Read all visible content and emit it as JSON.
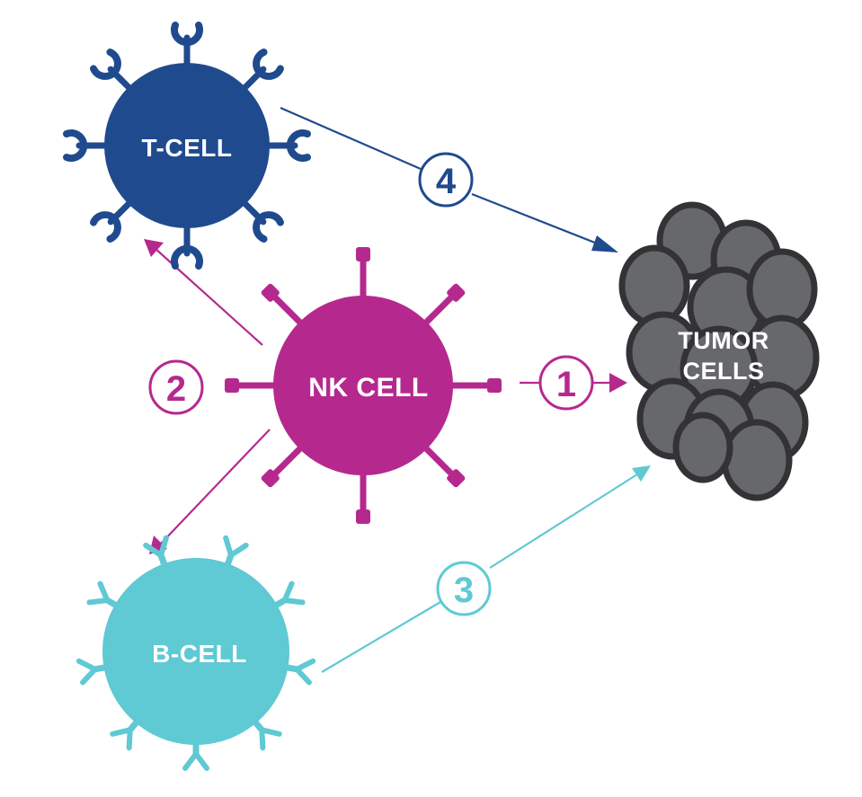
{
  "colors": {
    "t_cell": "#1f4a8e",
    "nk_cell": "#b5298f",
    "b_cell": "#5fc9d4",
    "tumor": "#67686b",
    "tumor_outline": "#333335",
    "background": "#ffffff"
  },
  "cells": {
    "t_cell": {
      "label": "T-CELL",
      "receptor_icon": "wrench-receptor-icon"
    },
    "nk_cell": {
      "label": "NK CELL",
      "receptor_icon": "stud-receptor-icon"
    },
    "b_cell": {
      "label": "B-CELL",
      "receptor_icon": "y-antibody-receptor-icon"
    },
    "tumor": {
      "label_line1": "TUMOR",
      "label_line2": "CELLS"
    }
  },
  "steps": [
    {
      "number": "1",
      "from": "NK CELL",
      "to": "TUMOR CELLS"
    },
    {
      "number": "2",
      "from": "NK CELL",
      "to": "T-CELL / B-CELL"
    },
    {
      "number": "3",
      "from": "B-CELL",
      "to": "TUMOR CELLS"
    },
    {
      "number": "4",
      "from": "T-CELL",
      "to": "TUMOR CELLS"
    }
  ]
}
